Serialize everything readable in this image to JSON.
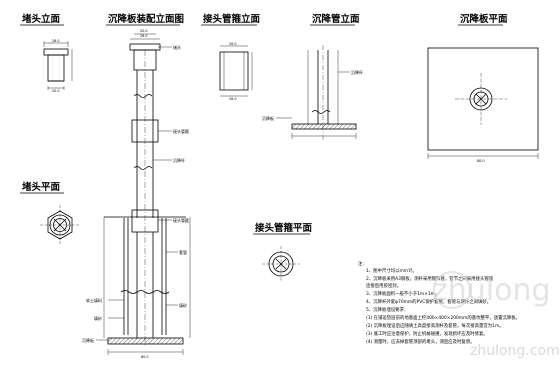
{
  "titles": {
    "plug_elevation": "堵头立面",
    "plate_assembly_elevation": "沉降板装配立面图",
    "coupling_elevation": "接头管箍立面",
    "settlement_rod_elevation": "沉降管立面",
    "settlement_plate_plan": "沉降板平面",
    "plug_plan": "堵头平面",
    "coupling_plan": "接头管箍平面"
  },
  "callouts": {
    "plug": "堵头",
    "coupling": "接头管箍",
    "rod": "沉降杆",
    "casing": "套管",
    "soft_filling": "软土填料",
    "backfill_sand": "填砂",
    "settlement_plate": "沉降板",
    "dim_top_a": "26.0",
    "dim_top_b": "20.0",
    "dim_base": "80.0",
    "dim_plan": "80.0",
    "dim_coupling": "26.0"
  },
  "notes": {
    "heading": "注：",
    "items": [
      "1、图中尺寸均以mm计。",
      "2、沉降板采用A3钢板，测杆采用镀锌管，管节之间采用接头管箍",
      "   连接后用胶密封。",
      "3、沉降板面积一般不小于1m×1m。",
      "4、沉降杆外套φ70mm的PVC保护套管，套管与测杆之间填砂。",
      "5、沉降板埋设要求：",
      "  (1) 在铺设垫层前的地基面上挖400×400×200mm的基坑整平，放置沉降板。",
      "  (2) 沉降板埋设后应随填土高度接高测杆及套管，每次接高量宜为1m。",
      "  (3) 施工时应注意保护，防止机械碰撞，发现损坏应及时修复。",
      "  (4) 测量时，应去掉套管顶部的堵头，测后应及时复原。"
    ]
  },
  "watermark": {
    "main": "zhulong",
    "sub": "zhulong.com"
  }
}
